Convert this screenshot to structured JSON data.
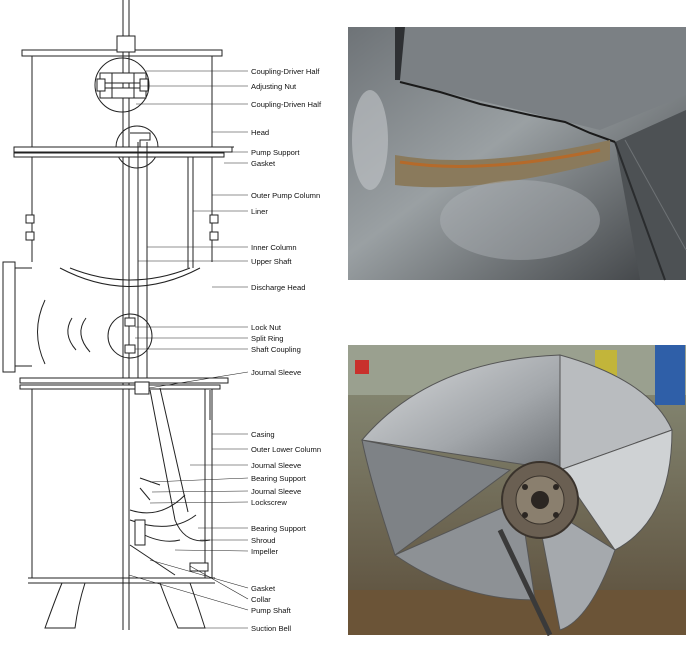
{
  "diagram": {
    "labels": [
      "Coupling-Driver Half",
      "Adjusting Nut",
      "Coupling-Driven Half",
      "Head",
      "Pump Support",
      "Gasket",
      "Outer Pump Column",
      "Liner",
      "Inner Column",
      "Upper Shaft",
      "Discharge Head",
      "Lock Nut",
      "Split Ring",
      "Shaft Coupling",
      "Journal Sleeve",
      "Casing",
      "Outer Lower Column",
      "Journal Sleeve",
      "Bearing Support",
      "Journal Sleeve",
      "Lockscrew",
      "Bearing Support",
      "Shroud",
      "Impeller",
      "Gasket",
      "Collar",
      "Pump Shaft",
      "Suction Bell"
    ]
  },
  "photos": [
    {
      "subject": "cracked-casing-photo"
    },
    {
      "subject": "impeller-photo"
    }
  ]
}
